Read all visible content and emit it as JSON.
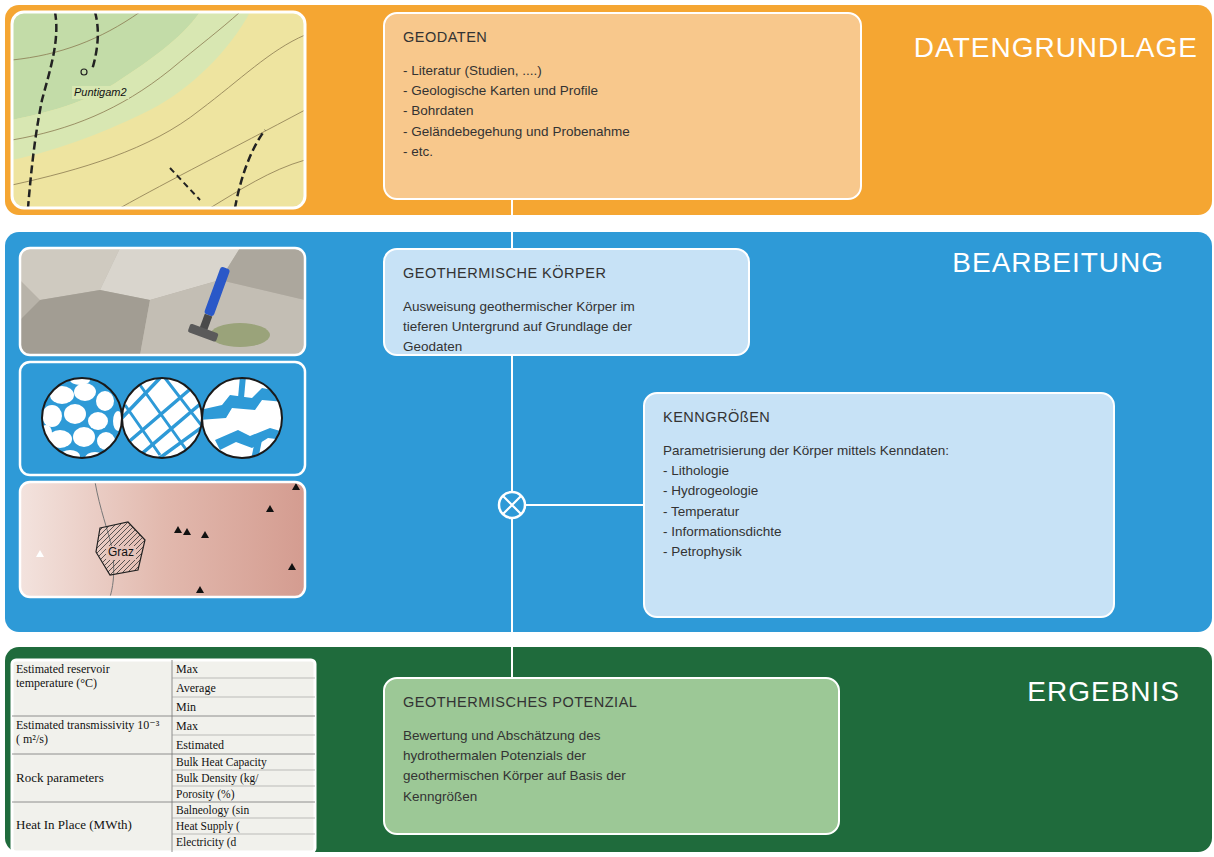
{
  "diagram": {
    "nodes": [
      {
        "text": [
          "DATENGRUNDLAGE"
        ]
      },
      {
        "text": [
          "GEODATEN",
          "- Literatur (Studien, ....)",
          "- Geologische Karten und Profile",
          "- Bohrdaten",
          "- Geländebegehung und Probenahme",
          "- etc."
        ],
        "in": 0
      },
      {
        "text": [
          "BEARBEITUNG"
        ]
      },
      {
        "text": [
          "GEOTHERMISCHE KÖRPER",
          "Ausweisung geothermischer Körper im tieferen Untergrund auf Grundlage der Geodaten"
        ],
        "in": 2
      },
      {
        "text": [
          "KENNGRÖßEN",
          "Parametrisierung der Körper mittels Kenndaten:",
          "- Lithologie",
          "- Hydrogeologie",
          "- Temperatur",
          "- Informationsdichte",
          "- Petrophysik"
        ],
        "in": 2
      },
      {
        "text": [
          "ERGEBNIS"
        ]
      },
      {
        "text": [
          "GEOTHERMISCHES POTENZIAL",
          "Bewertung und Abschätzung des hydrothermalen Potenzials der geothermischen Körper auf Basis der Kenngrößen"
        ],
        "in": 5
      }
    ],
    "edges": [
      {
        "from": 1,
        "to": 3,
        "arrow": "none"
      },
      {
        "from": 3,
        "to": 6,
        "arrow": "none"
      },
      {
        "from": 4,
        "to": 6,
        "arrow": "none"
      }
    ],
    "labels": [
      "Puntigam2",
      "Graz",
      "Estimated reservoir temperature (°C)",
      "Max",
      "Average",
      "Min",
      "Estimated transmissivity 10⁻³ ( m²/s)",
      "Max",
      "Estimated",
      "Rock parameters",
      "Bulk Heat Capacity",
      "Bulk Density (kg/",
      "Porosity (%)",
      "Heat In Place (MWth)",
      "Balneology (sin",
      "Heat Supply (",
      "Electricity (d"
    ]
  }
}
